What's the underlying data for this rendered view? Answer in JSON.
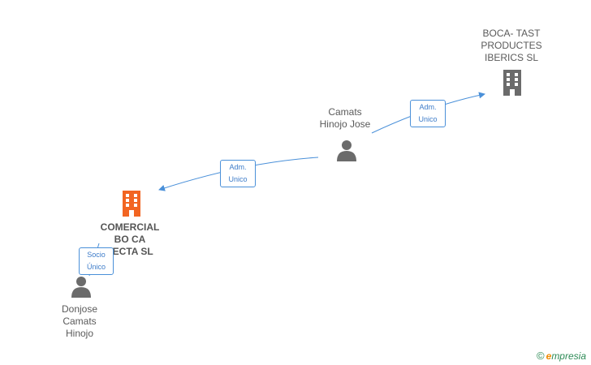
{
  "nodes": {
    "person_camats": {
      "label": "Camats\nHinojo Jose"
    },
    "company_bocatast": {
      "label": "BOCA- TAST\nPRODUCTES\nIBERICS SL"
    },
    "company_comercial": {
      "label": "COMERCIAL\nBO CA\nLECTA SL"
    },
    "person_donjose": {
      "label": "Donjose\nCamats\nHinojo"
    }
  },
  "edges": [
    {
      "from": "person_camats",
      "to": "company_bocatast",
      "label": "Adm.\nUnico"
    },
    {
      "from": "person_camats",
      "to": "company_comercial",
      "label": "Adm.\nUnico"
    },
    {
      "from": "person_donjose",
      "to": "company_comercial",
      "label": "Socio\nÚnico"
    }
  ],
  "colors": {
    "edge": "#4a90d9",
    "company_highlight": "#f26522",
    "company": "#6b6b6b",
    "person": "#6b6b6b"
  },
  "icons": {
    "company": "building-icon",
    "person": "person-icon"
  },
  "footer": {
    "copyright_symbol": "©",
    "brand_first": "e",
    "brand_rest": "mpresia"
  }
}
